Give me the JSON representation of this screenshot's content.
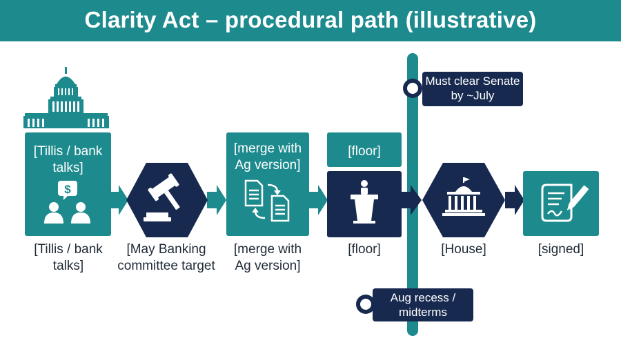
{
  "title": "Clarity Act – procedural path (illustrative)",
  "steps": [
    {
      "box_label": "[Tillis / bank talks]",
      "caption": "[Tillis / bank talks]",
      "icon": "people-dollar-icon"
    },
    {
      "box_label": "",
      "caption": "[May Banking committee target",
      "icon": "gavel-icon"
    },
    {
      "box_label": "[merge with Ag version]",
      "caption": "[merge with Ag version]",
      "icon": "documents-merge-icon"
    },
    {
      "box_label": "[floor]",
      "caption": "[floor]",
      "icon": "podium-icon"
    },
    {
      "box_label": "",
      "caption": "[House]",
      "icon": "house-building-icon"
    },
    {
      "box_label": "",
      "caption": "[signed]",
      "icon": "signed-document-icon"
    }
  ],
  "callouts": {
    "top": "Must clear Senate by ~July",
    "bottom": "Aug recess / midterms"
  },
  "colors": {
    "teal": "#1d8a8e",
    "navy": "#17294f",
    "text": "#1f2a36"
  }
}
